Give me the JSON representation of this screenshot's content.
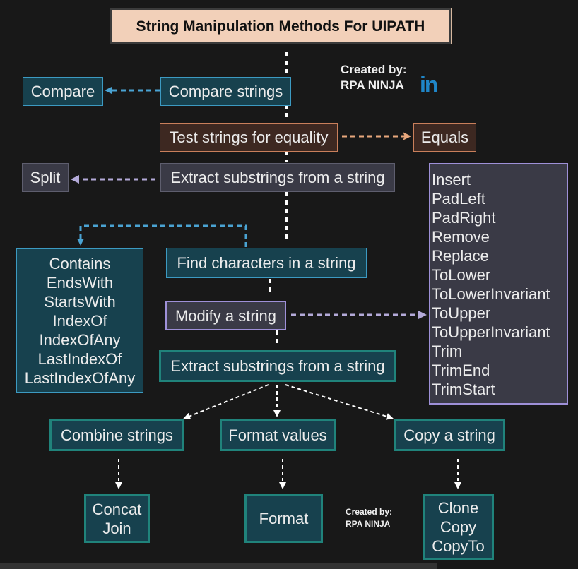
{
  "title": "String Manipulation Methods For UIPATH",
  "credit": {
    "top_line1": "Created by:",
    "top_line2": "RPA NINJA",
    "linkedin_mark": "in",
    "bottom_line1": "Created by:",
    "bottom_line2": "RPA NINJA"
  },
  "nodes": {
    "compare": "Compare",
    "compare_strings": "Compare strings",
    "test_equality": "Test strings for equality",
    "equals": "Equals",
    "split": "Split",
    "extract_substrings": "Extract substrings from a string",
    "find_characters": "Find characters in a string",
    "modify_string": "Modify a string",
    "extract_substrings_2": "Extract substrings from a string",
    "combine_strings": "Combine strings",
    "format_values": "Format values",
    "copy_string": "Copy a string",
    "format": "Format"
  },
  "find_methods": [
    "Contains",
    "EndsWith",
    "StartsWith",
    "IndexOf",
    "IndexOfAny",
    "LastIndexOf",
    "LastIndexOfAny"
  ],
  "modify_methods": [
    "Insert",
    "PadLeft",
    "PadRight",
    "Remove",
    "Replace",
    "ToLower",
    "ToLowerInvariant",
    "ToUpper",
    "ToUpperInvariant",
    "Trim",
    "TrimEnd",
    "TrimStart"
  ],
  "combine_methods": [
    "Concat",
    "Join"
  ],
  "copy_methods": [
    "Clone",
    "Copy",
    "CopyTo"
  ],
  "colors": {
    "background": "#181818",
    "title_fill": "#f2d0b9",
    "teal_fill": "#17414e",
    "teal_border": "#3c9ac2",
    "brown_fill": "#3d2821",
    "brown_border": "#c97f5b",
    "slate_fill": "#3a3a46",
    "purple_border": "#9e90d8",
    "green_border": "#20837b",
    "compare_arrow": "#4aa3d3",
    "equals_arrow": "#e8a77c",
    "split_arrow": "#b4aad9",
    "white_connector": "#ffffff",
    "linkedin": "#1f86c8"
  }
}
